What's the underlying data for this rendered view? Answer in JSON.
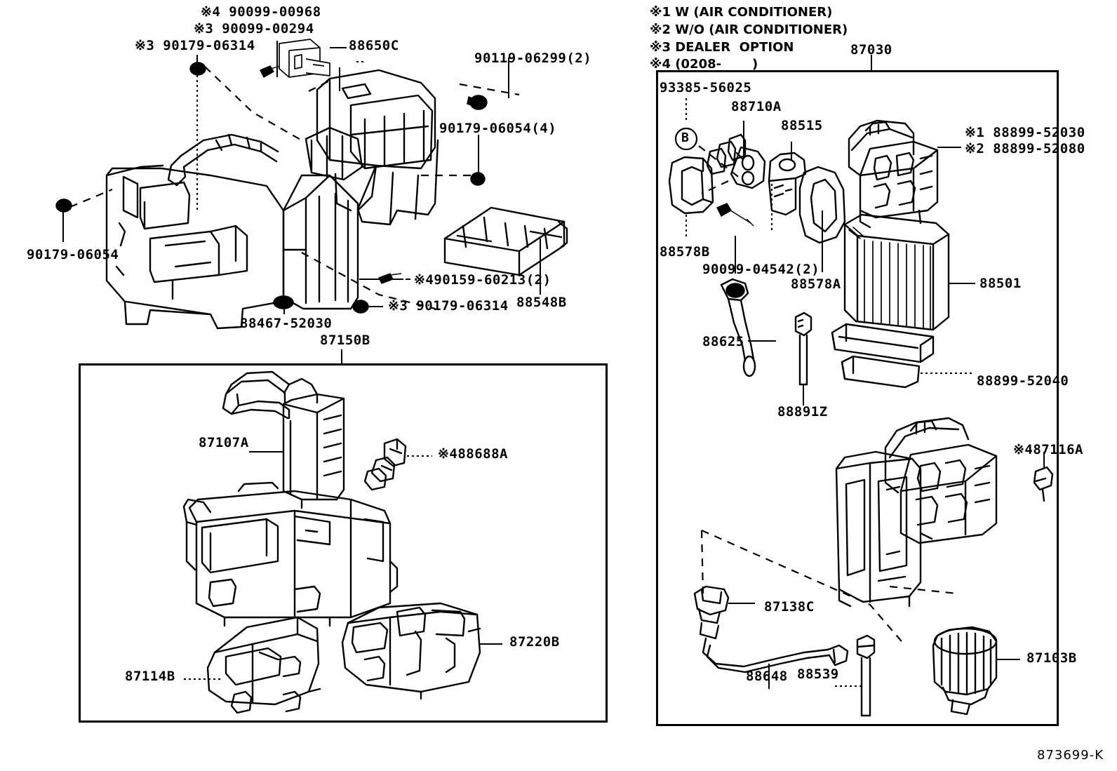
{
  "diagram": {
    "footer_code": "873699-K",
    "legend": [
      "※1 W (AIR CONDITIONER)",
      "※2 W/O (AIR CONDITIONER)",
      "※3 DEALER  OPTION",
      "※4 (0208-       )"
    ],
    "legend_text": "※1 W (AIR CONDITIONER)\n※2 W/O (AIR CONDITIONER)\n※3 DEALER  OPTION\n※4 (0208-       )"
  },
  "left_section": {
    "labels": {
      "bolt_90099_00968": "※4 90099-00968",
      "bolt_90099_00294": "※3 90099-00294",
      "nut_90179_06314_top": "※3 90179-06314",
      "relay_88650C": "88650C",
      "screw_90119_06299": "90119-06299(2)",
      "nut_90179_06054_4": "90179-06054(4)",
      "nut_90179_06054": "90179-06054",
      "grommet_88467_52030": "88467-52030",
      "screw_90159_60213": "※490159-60213(2)",
      "nut_90179_06314_low": "※3 90179-06314",
      "filter_88548B": "88548B"
    }
  },
  "left_panel": {
    "title": "87150B",
    "labels": {
      "heater_core_87107A": "87107A",
      "clamp_88688A": "※488688A",
      "duct_87220B": "87220B",
      "duct_87114B": "87114B"
    }
  },
  "right_section": {
    "title": "87030",
    "labels": {
      "clip_93385_56025": "93385-56025",
      "valve_88710A": "88710A",
      "sensor_88515": "88515",
      "case_88899_52030": "※1 88899-52030",
      "case_88899_52080": "※2 88899-52080",
      "seal_88578B": "88578B",
      "bolt_90099_04542": "90099-04542(2)",
      "seal_88578A": "88578A",
      "evaporator_88501": "88501",
      "bracket_88899_52040": "88899-52040",
      "harness_88625": "88625",
      "thermistor_88891Z": "88891Z",
      "b_marker": "B",
      "resistor_87116A": "※487116A",
      "switch_87138C": "87138C",
      "wire_88648": "88648",
      "probe_88539": "88539",
      "blower_motor_87103B": "87103B"
    }
  }
}
